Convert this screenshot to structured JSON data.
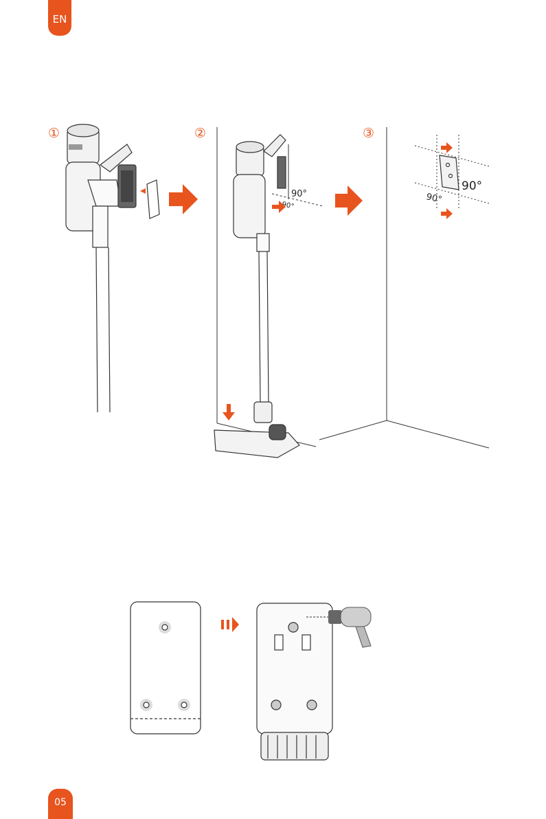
{
  "header": {
    "lang_tab": "EN"
  },
  "footer": {
    "page_number": "05"
  },
  "steps": [
    {
      "label": "①"
    },
    {
      "label": "②"
    },
    {
      "label": "③"
    }
  ],
  "angles": {
    "step2_angle_a": "90°",
    "step2_angle_b": "90°",
    "step3_angle_a": "90°",
    "step3_angle_b": "90°"
  },
  "colors": {
    "accent": "#e8541e",
    "line": "#333333"
  }
}
